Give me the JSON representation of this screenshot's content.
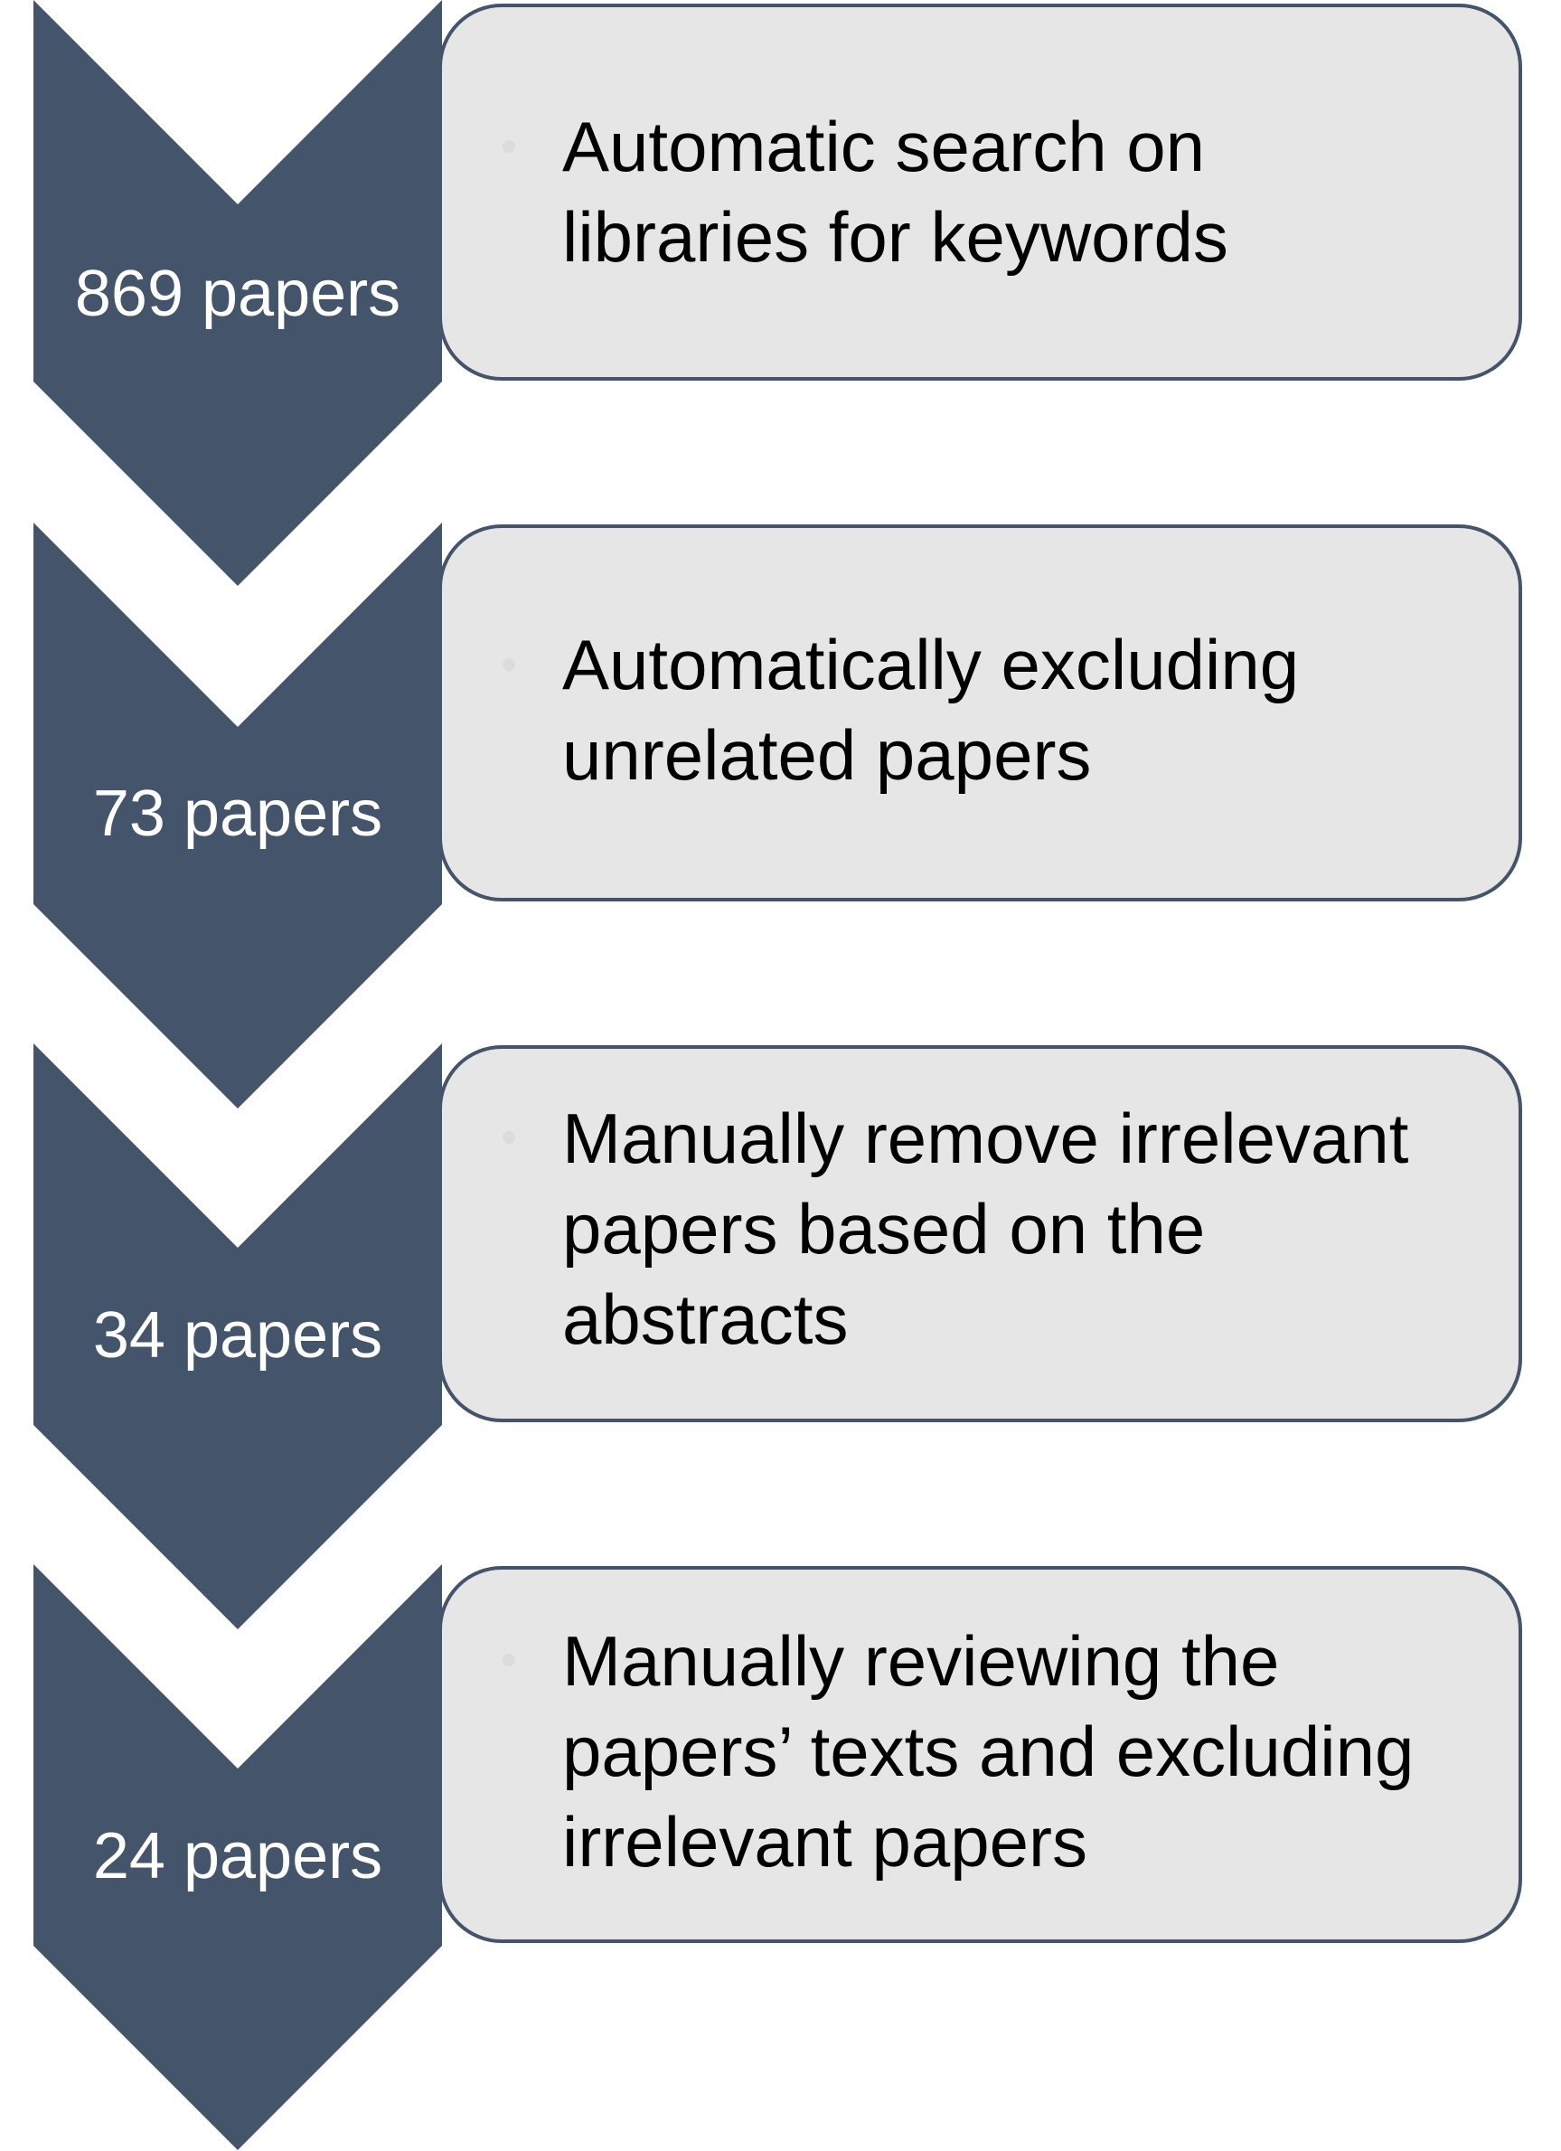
{
  "colors": {
    "chevron": "#44546a",
    "box_fill": "#e7e6e6",
    "box_border": "#44546a",
    "count_text": "#ffffff",
    "step_text": "#000000"
  },
  "steps": [
    {
      "count": "869 papers",
      "lines": [
        "Automatic search on",
        "libraries for keywords"
      ]
    },
    {
      "count": "73 papers",
      "lines": [
        "Automatically excluding",
        "unrelated papers"
      ]
    },
    {
      "count": "34 papers",
      "lines": [
        "Manually remove irrelevant",
        "papers based on the",
        "abstracts"
      ]
    },
    {
      "count": "24 papers",
      "lines": [
        "Manually reviewing the",
        "papers’ texts and excluding",
        "irrelevant papers"
      ]
    }
  ]
}
